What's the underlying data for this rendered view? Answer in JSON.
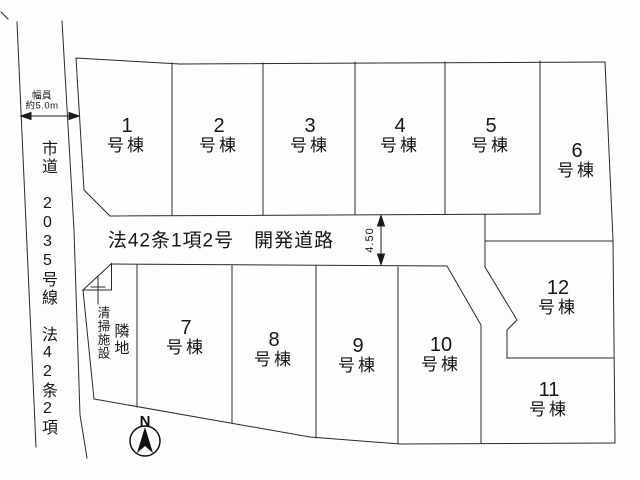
{
  "lots": [
    {
      "number": "1",
      "suffix": "号棟"
    },
    {
      "number": "2",
      "suffix": "号棟"
    },
    {
      "number": "3",
      "suffix": "号棟"
    },
    {
      "number": "4",
      "suffix": "号棟"
    },
    {
      "number": "5",
      "suffix": "号棟"
    },
    {
      "number": "6",
      "suffix": "号棟"
    },
    {
      "number": "7",
      "suffix": "号棟"
    },
    {
      "number": "8",
      "suffix": "号棟"
    },
    {
      "number": "9",
      "suffix": "号棟"
    },
    {
      "number": "10",
      "suffix": "号棟"
    },
    {
      "number": "11",
      "suffix": "号棟"
    },
    {
      "number": "12",
      "suffix": "号棟"
    }
  ],
  "city_road": {
    "name": "市道 2035号線 法42条2項",
    "width_note_line1": "幅員",
    "width_note_line2": "約5.0m"
  },
  "development_road": {
    "name": "法42条1項2号　開発道路",
    "width_dimension": "4.50"
  },
  "annotations": {
    "cleaning_facility": "清掃施設",
    "adjacent_land": "隣地"
  },
  "compass": {
    "north": "N"
  },
  "colors": {
    "line": "#2a2a2a",
    "background": "#fdfdfd"
  }
}
